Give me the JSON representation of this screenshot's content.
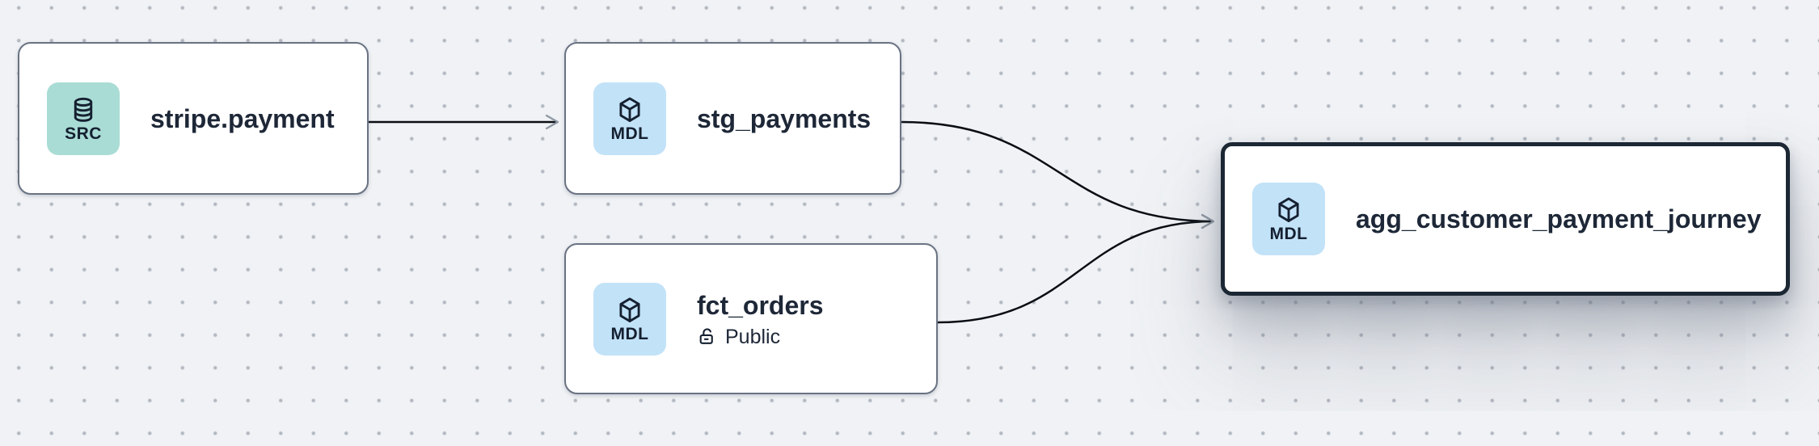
{
  "canvas": {
    "background_color": "#f0f2f5",
    "dot_grid_color": "#b7bcc5",
    "edge_color": "#0a0e14",
    "arrowhead_color": "#8e97a2"
  },
  "nodes": [
    {
      "title": "stripe.payment",
      "badge": {
        "label": "SRC",
        "icon": "database-icon",
        "color": "#a9dcd5"
      },
      "selected": false
    },
    {
      "title": "stg_payments",
      "badge": {
        "label": "MDL",
        "icon": "cube-icon",
        "color": "#c2e2f8"
      },
      "selected": false
    },
    {
      "title": "fct_orders",
      "badge": {
        "label": "MDL",
        "icon": "cube-icon",
        "color": "#c2e2f8"
      },
      "access": {
        "icon": "unlock-icon",
        "label": "Public"
      },
      "selected": false
    },
    {
      "title": "agg_customer_payment_journey",
      "badge": {
        "label": "MDL",
        "icon": "cube-icon",
        "color": "#c2e2f8"
      },
      "selected": true,
      "border_color": "#1c2734"
    }
  ],
  "edges": [
    {
      "from": "stripe.payment",
      "to": "stg_payments"
    },
    {
      "from": "stg_payments",
      "to": "agg_customer_payment_journey"
    },
    {
      "from": "fct_orders",
      "to": "agg_customer_payment_journey"
    }
  ]
}
